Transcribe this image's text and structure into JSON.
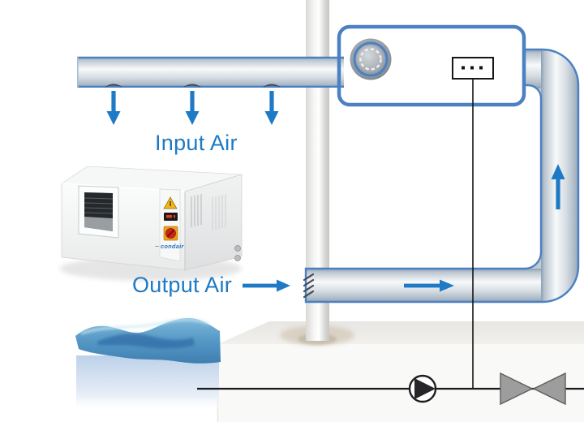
{
  "labels": {
    "input_air": "Input Air",
    "output_air": "Output Air"
  },
  "unit": {
    "brand": "condair"
  },
  "airflow": {
    "input_drop_arrows": 3,
    "output_arrow": 1,
    "duct_right_arrow": 1,
    "duct_up_arrow": 1
  },
  "colors": {
    "accent_blue": "#1e7ac4",
    "duct_border_blue": "#4b80c2",
    "duct_fill": "#d9e0e7",
    "box_interior_gray": "#9aa1aa",
    "pipe_line_black": "#1b1b1b",
    "valve_gray": "#9d9d9d",
    "water_blue": "#4a94c5",
    "warning_yellow": "#f3b517",
    "switch_red": "#cf2318",
    "brand_blue": "#2f72c2"
  },
  "icons": {
    "fan": "fan-icon",
    "controller_dots": "ellipsis-icon",
    "pump": "pump-icon",
    "valve": "valve-icon",
    "warning": "warning-triangle-icon",
    "arrows": "airflow-arrow-icon"
  }
}
